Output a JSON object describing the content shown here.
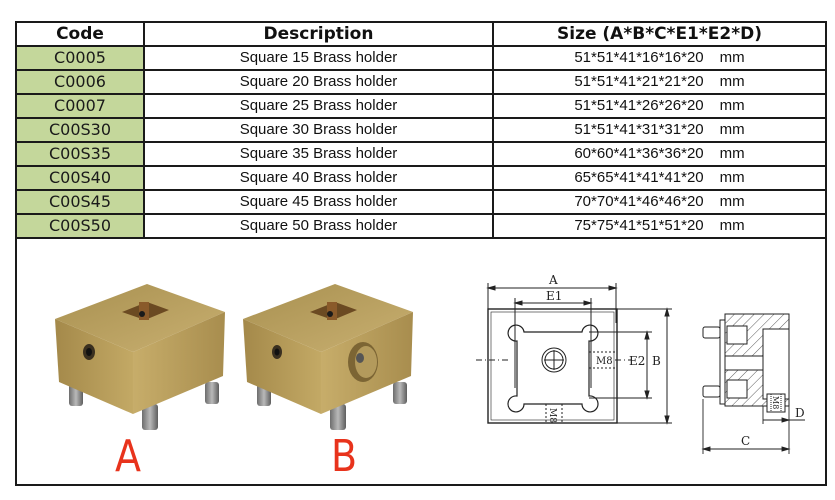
{
  "table": {
    "headers": {
      "code": "Code",
      "description": "Description",
      "size": "Size  (A*B*C*E1*E2*D)"
    },
    "rows": [
      {
        "code": "C0005",
        "description": "Square 15 Brass holder",
        "size": "51*51*41*16*16*20",
        "unit": "mm"
      },
      {
        "code": "C0006",
        "description": "Square 20 Brass holder",
        "size": "51*51*41*21*21*20",
        "unit": "mm"
      },
      {
        "code": "C0007",
        "description": "Square 25 Brass holder",
        "size": "51*51*41*26*26*20",
        "unit": "mm"
      },
      {
        "code": "C00S30",
        "description": "Square 30 Brass holder",
        "size": "51*51*41*31*31*20",
        "unit": "mm"
      },
      {
        "code": "C00S35",
        "description": "Square 35 Brass holder",
        "size": "60*60*41*36*36*20",
        "unit": "mm"
      },
      {
        "code": "C00S40",
        "description": "Square 40 Brass holder",
        "size": "65*65*41*41*41*20",
        "unit": "mm"
      },
      {
        "code": "C00S45",
        "description": "Square 45 Brass holder",
        "size": "70*70*41*46*46*20",
        "unit": "mm"
      },
      {
        "code": "C00S50",
        "description": "Square 50 Brass holder",
        "size": "75*75*41*51*51*20",
        "unit": "mm"
      }
    ],
    "code_cell_color": "#c4d79b"
  },
  "photos": {
    "a_label": "A",
    "b_label": "B",
    "label_color": "#e8331c",
    "brass_color": "#b89a55"
  },
  "drawing": {
    "top_view": {
      "dim_a": "A",
      "dim_b": "B",
      "dim_e1": "E1",
      "dim_e2": "E2",
      "thread_side": "M8",
      "thread_bottom": "M8"
    },
    "side_view": {
      "dim_c": "C",
      "dim_d": "D",
      "thread": "M8"
    }
  }
}
